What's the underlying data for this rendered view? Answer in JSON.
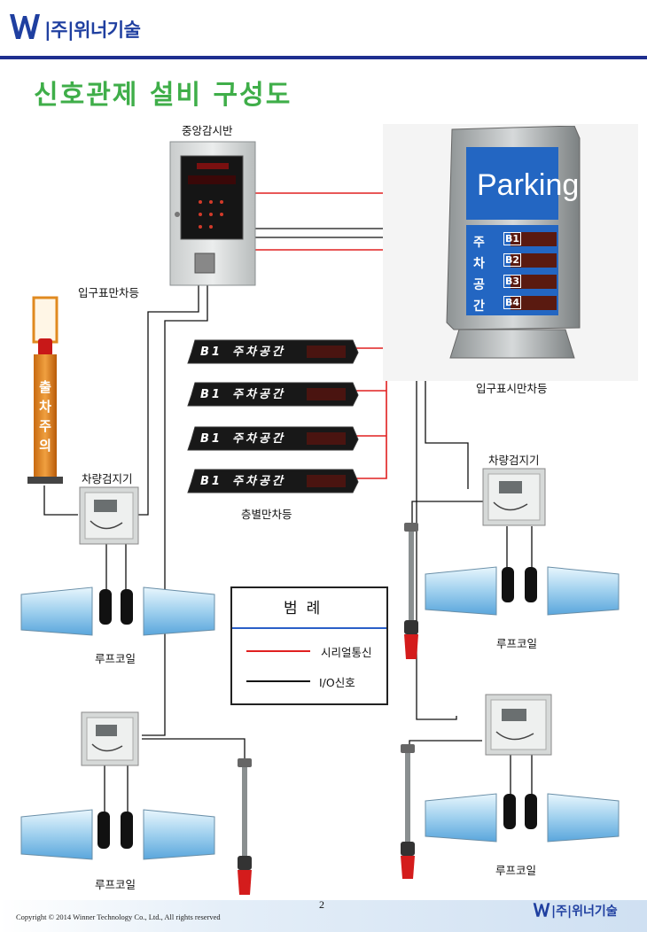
{
  "header": {
    "logo_text": "|주|위너기술",
    "title": "신호관제 설비 구성도"
  },
  "labels": {
    "central_panel": "중앙감시반",
    "entrance_lamp": "입구표만차등",
    "entrance_sign": "입구표시만차등",
    "floor_signs": "층별만차등",
    "vehicle_detector_left": "차량검지기",
    "vehicle_detector_right": "차량검지기",
    "loop_coil_1": "루프코일",
    "loop_coil_2": "루프코일",
    "loop_coil_3": "루프코일",
    "loop_coil_4": "루프코일"
  },
  "exit_warning_chars": [
    "출",
    "차",
    "주",
    "의"
  ],
  "parking_sign": {
    "title": "Parking",
    "side_chars": [
      "주",
      "차",
      "공",
      "간"
    ],
    "floors": [
      "B1",
      "B2",
      "B3",
      "B4"
    ]
  },
  "floor_displays": [
    {
      "floor": "B1",
      "text": "주차공간"
    },
    {
      "floor": "B1",
      "text": "주차공간"
    },
    {
      "floor": "B1",
      "text": "주차공간"
    },
    {
      "floor": "B1",
      "text": "주차공간"
    }
  ],
  "legend": {
    "title": "범례",
    "serial": "시리얼통신",
    "io": "I/O신호"
  },
  "colors": {
    "serial_line": "#e02020",
    "io_line": "#111111",
    "title_green": "#3fae49",
    "brand_blue": "#1f3fa0"
  },
  "footer": {
    "copyright": "Copyright © 2014 Winner Technology Co., Ltd., All rights reserved",
    "page": "2",
    "logo_text": "|주|위너기술"
  }
}
